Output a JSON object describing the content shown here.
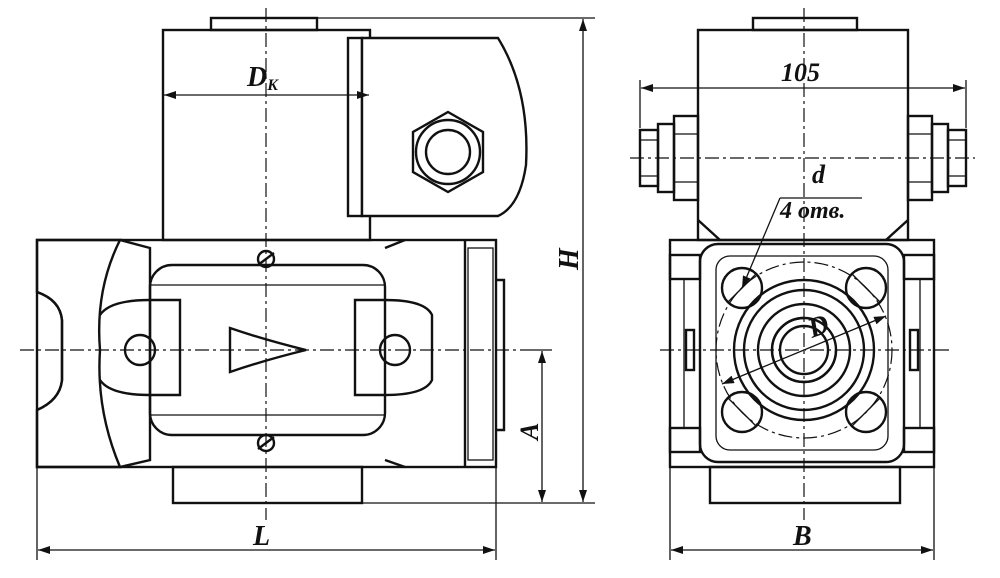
{
  "labels": {
    "dk_main": "D",
    "dk_sub": "K",
    "h": "H",
    "a": "A",
    "l": "L",
    "b": "B",
    "dim_105": "105",
    "d_small": "d",
    "holes": "4 отв.",
    "d_big": "D"
  },
  "colors": {
    "line": "#111111",
    "background": "#ffffff"
  },
  "icons": [
    "arrow-icon",
    "screw-icon",
    "nut-icon"
  ]
}
